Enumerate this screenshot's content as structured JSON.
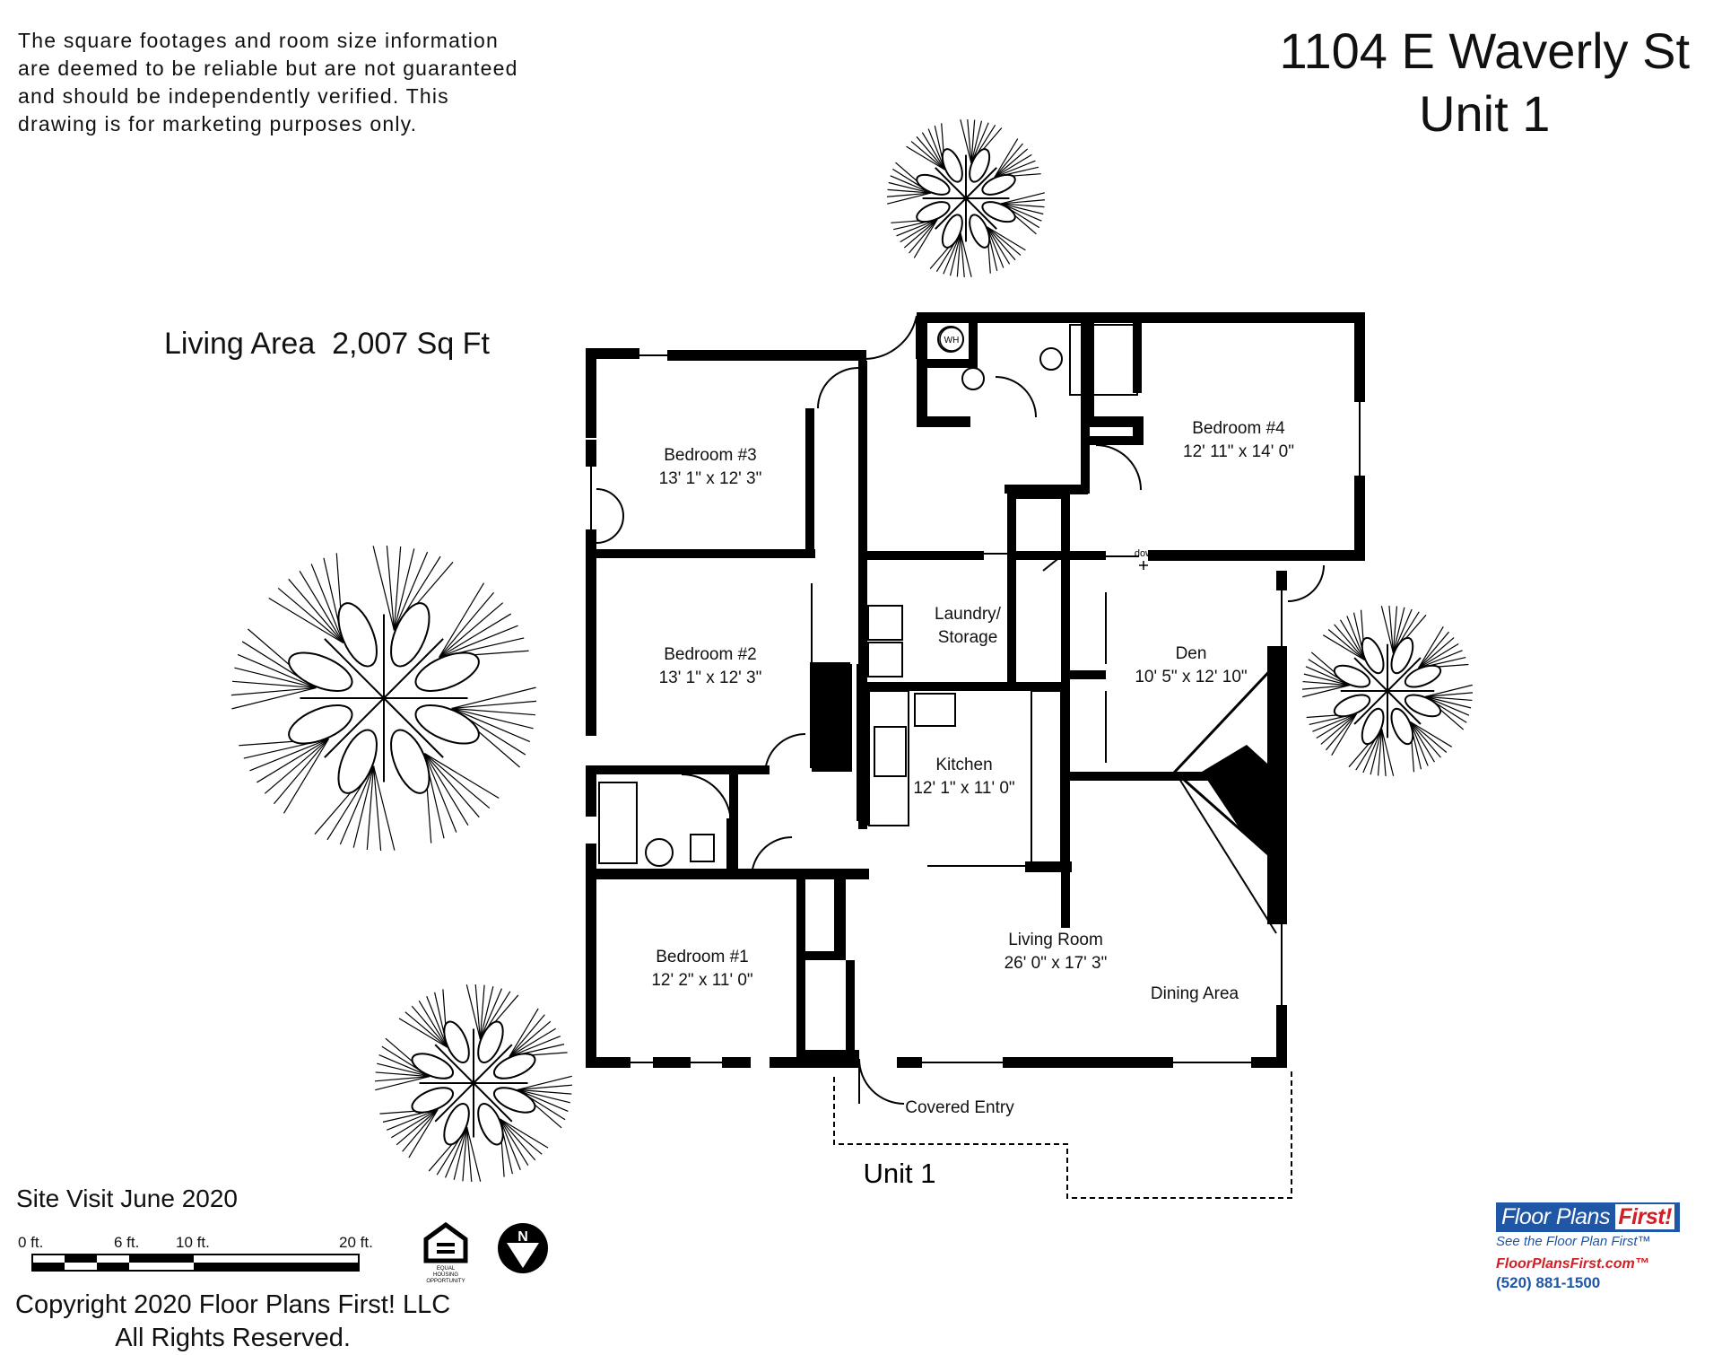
{
  "disclaimer": {
    "lines": [
      "The square footages and room size information",
      "are deemed to be reliable but are not guaranteed",
      "and should be independently verified. This",
      "drawing is for marketing purposes only."
    ]
  },
  "title": {
    "line1": "1104 E Waverly St",
    "line2": "Unit 1"
  },
  "living_area": "Living Area  2,007 Sq Ft",
  "rooms": [
    {
      "name": "Bedroom #3",
      "size": "13' 1\" x 12' 3\""
    },
    {
      "name": "Bedroom #2",
      "size": "13' 1\" x 12' 3\""
    },
    {
      "name": "Bedroom #4",
      "size": "12' 11\" x 14' 0\""
    },
    {
      "name": "Laundry/",
      "size": "Storage"
    },
    {
      "name": "Den",
      "size": "10' 5\" x 12' 10\""
    },
    {
      "name": "Kitchen",
      "size": "12' 1\" x 11' 0\""
    },
    {
      "name": "Living Room",
      "size": "26' 0\" x 17' 3\""
    },
    {
      "name": "Bedroom #1",
      "size": "12' 2\" x 11' 0\""
    }
  ],
  "labels": {
    "dining": "Dining Area",
    "covered_entry": "Covered Entry",
    "unit": "Unit 1",
    "down": "down",
    "water_heater": "WH",
    "north": "N",
    "equal_housing": [
      "EQUAL",
      "HOUSING",
      "OPPORTUNITY"
    ]
  },
  "site_visit": "Site Visit June 2020",
  "scale": {
    "ticks": [
      "0 ft.",
      "6 ft.",
      "10 ft.",
      "20 ft."
    ]
  },
  "copyright": {
    "line1": "Copyright 2020 Floor Plans First! LLC",
    "line2": "All Rights Reserved."
  },
  "brand": {
    "name": "Floor Plans",
    "name_accent": "First!",
    "tagline": "See the Floor Plan First™",
    "url": "FloorPlansFirst.com™",
    "phone": "(520) 881-1500"
  },
  "colors": {
    "brand_blue": "#1f56a5",
    "brand_red": "#d21f26",
    "wall": "#000000"
  }
}
